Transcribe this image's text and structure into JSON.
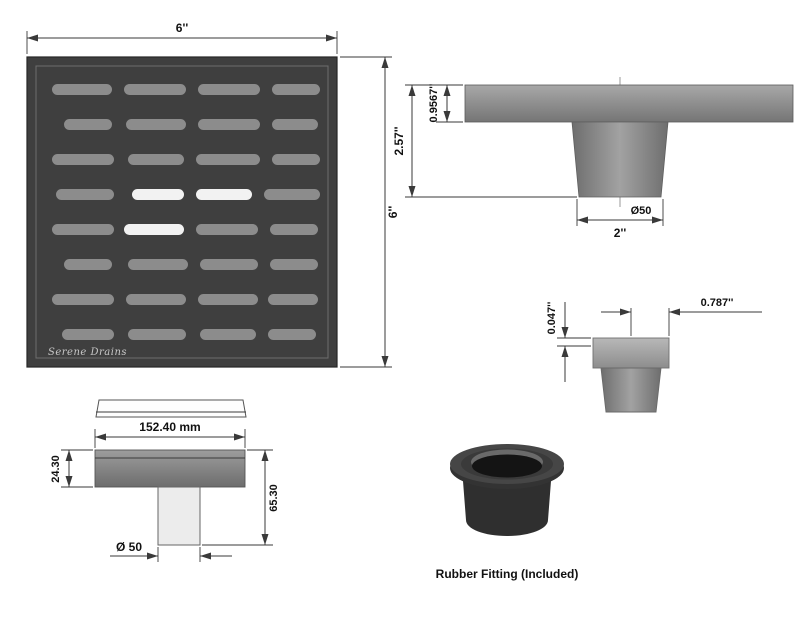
{
  "top_view": {
    "width_label": "6''",
    "height_label": "6''",
    "logo": "Serene Drains"
  },
  "side_view": {
    "flange_thickness_label": "0.9567''",
    "total_height_label": "2.57''",
    "pipe_diameter_label": "Ø50",
    "pipe_width_label": "2''"
  },
  "detail_view": {
    "overhang_label": "0.787''",
    "lip_label": "0.047''"
  },
  "profile_view": {
    "width_label": "152.40 mm",
    "flange_height_label": "24.30",
    "total_height_label": "65.30",
    "pipe_diameter_label": "Ø 50"
  },
  "rubber_fitting": {
    "caption": "Rubber Fitting (Included)"
  },
  "colors": {
    "grate_body": "#3f3f3f",
    "slot": "#8c8c8c",
    "highlight_slot": "#f2f2f2",
    "metal_light": "#a8a8a8",
    "metal_dark": "#6f6f6f",
    "rubber_dark": "#2f2f2f",
    "line": "#3a3a3a"
  }
}
